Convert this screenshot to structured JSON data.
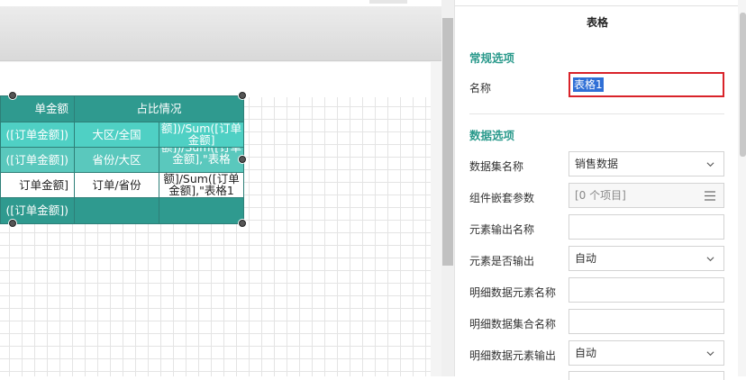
{
  "table": {
    "header": {
      "col1": "单金额",
      "col3": "占比情况"
    },
    "rows": [
      {
        "col1": "([订单金额])",
        "col2": "大区/全国",
        "col3": "额])/Sum([订单金额]"
      },
      {
        "col1": "([订单金额])",
        "col2": "省份/大区",
        "col3": "额])/Sum([订单金额],\"表格"
      },
      {
        "col1": "订单金额]",
        "col2": "订单/省份",
        "col3": "额]/Sum([订单金额],\"表格1"
      },
      {
        "col1": "([订单金额])",
        "col2": "",
        "col3": ""
      }
    ]
  },
  "panel": {
    "title": "表格",
    "sections": {
      "general": "常规选项",
      "data": "数据选项"
    },
    "name_label": "名称",
    "name_value": "表格1",
    "fields": [
      {
        "label": "数据集名称",
        "value": "销售数据",
        "kind": "dropdown"
      },
      {
        "label": "组件嵌套参数",
        "value": "[0 个项目]",
        "kind": "list"
      },
      {
        "label": "元素输出名称",
        "value": "",
        "kind": "text"
      },
      {
        "label": "元素是否输出",
        "value": "自动",
        "kind": "dropdown"
      },
      {
        "label": "明细数据元素名称",
        "value": "",
        "kind": "text"
      },
      {
        "label": "明细数据集合名称",
        "value": "",
        "kind": "text"
      },
      {
        "label": "明细数据元素输出",
        "value": "自动",
        "kind": "dropdown"
      }
    ]
  },
  "colors": {
    "accent": "#2b9a8c",
    "table_header": "#2f9a8f",
    "table_light": "#4fd0c4",
    "selection": "#2f6fd6",
    "focus_border": "#d9232a"
  }
}
